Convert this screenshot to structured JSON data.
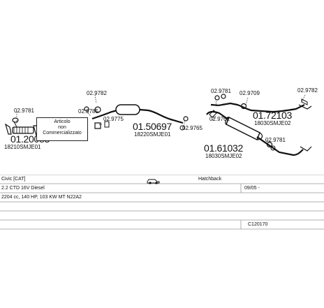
{
  "parts": {
    "p1": {
      "code": "01.20083",
      "sub": "18210SMJE01",
      "clamp": "02.9781"
    },
    "p2": {
      "code": "01.50697",
      "sub": "18220SMJE01"
    },
    "p3": {
      "code": "01.72103",
      "sub": "18030SMJE02"
    },
    "p4": {
      "code": "01.61032",
      "sub": "18030SMJE02"
    },
    "refs": {
      "r_9782": "02.9782",
      "r_9785": "02.9785",
      "r_9775": "02.9775",
      "r_9765": "02.9765",
      "r_9762": "02.9762",
      "r_9781a": "02.9781",
      "r_9709": "02.9709",
      "r_9782b": "02.9782",
      "r_9781b": "02.9781"
    }
  },
  "note_text": {
    "line1": "Articolo",
    "line2": "non",
    "line3": "Commercializzato"
  },
  "vehicle": {
    "model": "Civic [CAT]",
    "body": "Hatchback",
    "engine": "2.2 CTD 16V Diesel",
    "from": "09/05 -",
    "details": "2204 cc, 140 HP, 103 KW MT N22A2",
    "catalog": "C120170"
  }
}
